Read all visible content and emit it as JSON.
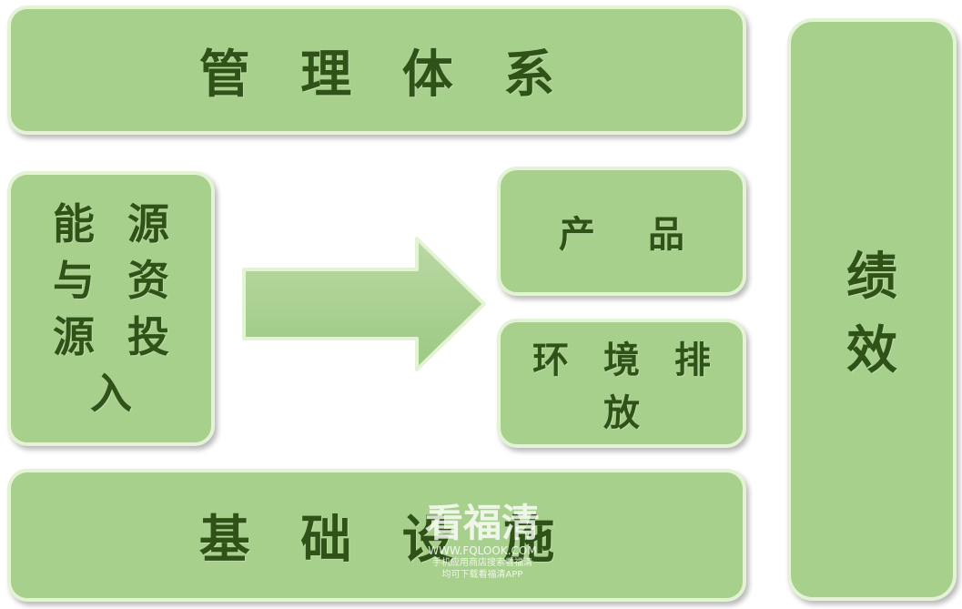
{
  "diagram": {
    "management_system": "管 理 体 系",
    "energy_input": "能 源 与 资 源 投 入",
    "product": "产 品",
    "environment_emissions": "环 境 排 放",
    "infrastructure": "基 础 设 施",
    "performance": "绩 效"
  },
  "watermark": {
    "title": "看福清",
    "url": "WWW.FQLOOK.COM",
    "line1": "手机应用商店搜索看福清",
    "line2": "均可下载看福清APP"
  },
  "colors": {
    "box_fill": "#a8d08d",
    "box_border": "#e4f3d6",
    "text": "#2f5218",
    "arrow_fill": "#a8d08d"
  }
}
